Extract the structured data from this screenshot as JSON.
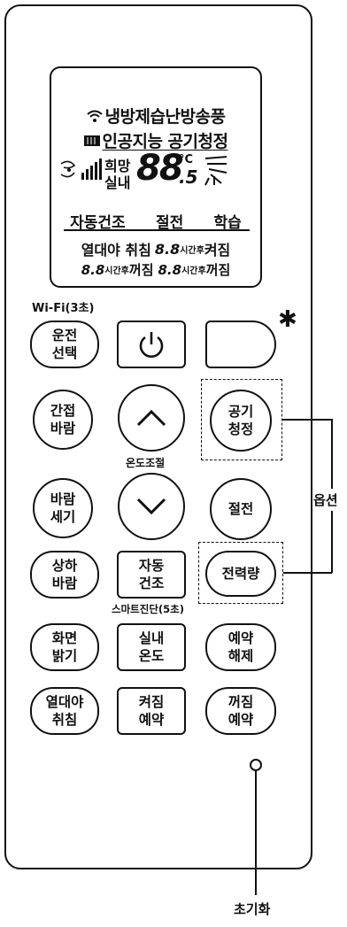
{
  "display": {
    "row1": "냉방제습난방송풍",
    "row2": "인공지능 공기청정",
    "huimang": "희망",
    "silnae": "실내",
    "big_digits": "88",
    "decimal": ".5",
    "unit": "°C",
    "row4": [
      "자동건조",
      "절전",
      "학습"
    ],
    "row5_a": "열대야 취침",
    "row5_num": "8.8",
    "row5_small": "시간후",
    "row5_b": "켜짐",
    "row6_num1": "8.8",
    "row6_small1": "시간후",
    "row6_b1": "꺼짐",
    "row6_num2": "8.8",
    "row6_small2": "시간후",
    "row6_b2": "꺼짐"
  },
  "labels": {
    "wifi": "Wi-Fi(3초)",
    "temp_adjust": "온도조절",
    "smart_diag": "스마트진단(5초)",
    "option": "옵션",
    "reset": "초기화",
    "asterisk": "✱"
  },
  "buttons": {
    "operation_select": "운전\n선택",
    "power_icon": "power-icon",
    "blank": "",
    "indirect_wind": "간접\n바람",
    "up_icon": "chevron-up-icon",
    "air_purify": "공기\n청정",
    "wind_strength": "바람\n세기",
    "down_icon": "chevron-down-icon",
    "power_save": "절전",
    "updown_wind": "상하\n바람",
    "auto_dry": "자동\n건조",
    "power_usage": "전력량",
    "screen_brightness": "화면\n밝기",
    "room_temp": "실내\n온도",
    "reservation_cancel": "예약\n해제",
    "tropical_night": "열대야\n취침",
    "on_reservation": "켜짐\n예약",
    "off_reservation": "꺼짐\n예약"
  }
}
